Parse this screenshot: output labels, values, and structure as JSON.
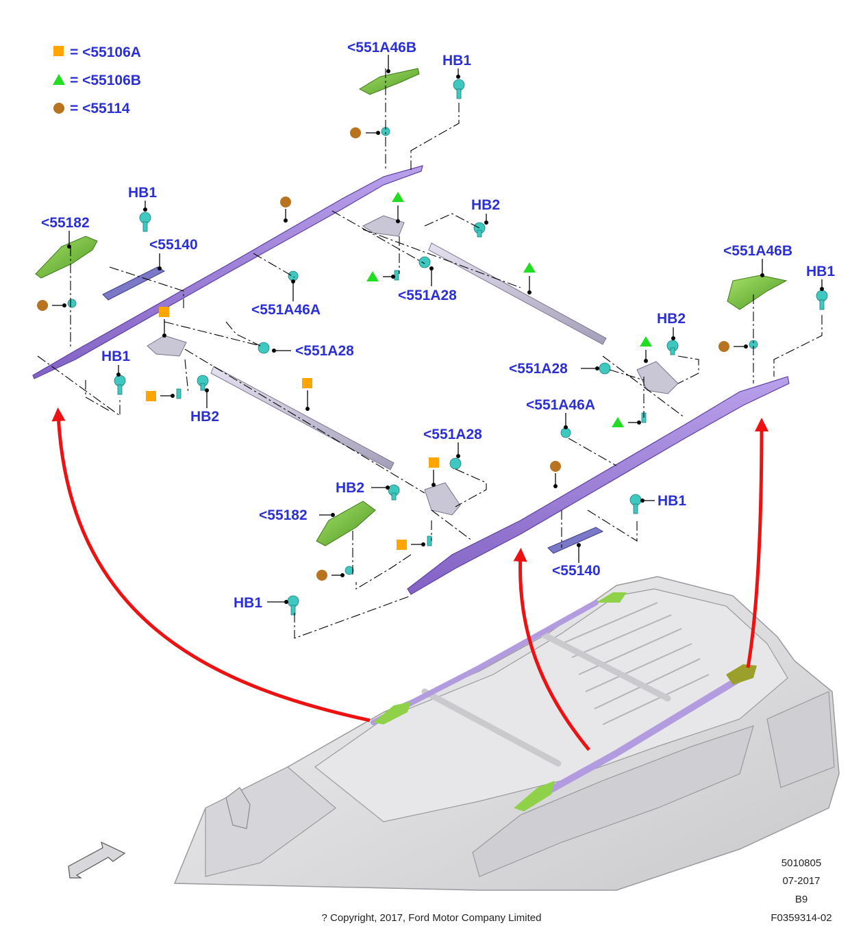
{
  "colors": {
    "label": "#2a2fd6",
    "square_marker": "#ffa500",
    "triangle_marker": "#22dd22",
    "circle_marker": "#b8731f",
    "rail": "#9b79d6",
    "end_cap": "#7fc83a",
    "clip": "#3fc8c0",
    "arrow": "#ee1111",
    "car_body": "#dcdcde"
  },
  "legend": [
    {
      "marker": "square",
      "text": "= <55106A"
    },
    {
      "marker": "triangle",
      "text": "= <55106B"
    },
    {
      "marker": "circle",
      "text": "= <55114"
    }
  ],
  "labels": {
    "l1": "<551A46B",
    "l2": "HB1",
    "l3": "HB1",
    "l4": "<55182",
    "l5": "<55140",
    "l6": "HB2",
    "l7": "<551A46A",
    "l8": "<551A28",
    "l9": "<551A46B",
    "l10": "HB1",
    "l11": "HB2",
    "l12": "HB1",
    "l13": "<551A28",
    "l14": "<551A28",
    "l15": "HB2",
    "l16": "<551A46A",
    "l17": "<551A28",
    "l18": "HB2",
    "l19": "<55182",
    "l20": "HB1",
    "l21": "<55140",
    "l22": "HB1"
  },
  "footer": {
    "code": "5010805",
    "date": "07-2017",
    "rev": "B9",
    "copyright": "? Copyright, 2017, Ford Motor Company Limited",
    "figure_id": "F0359314-02"
  }
}
